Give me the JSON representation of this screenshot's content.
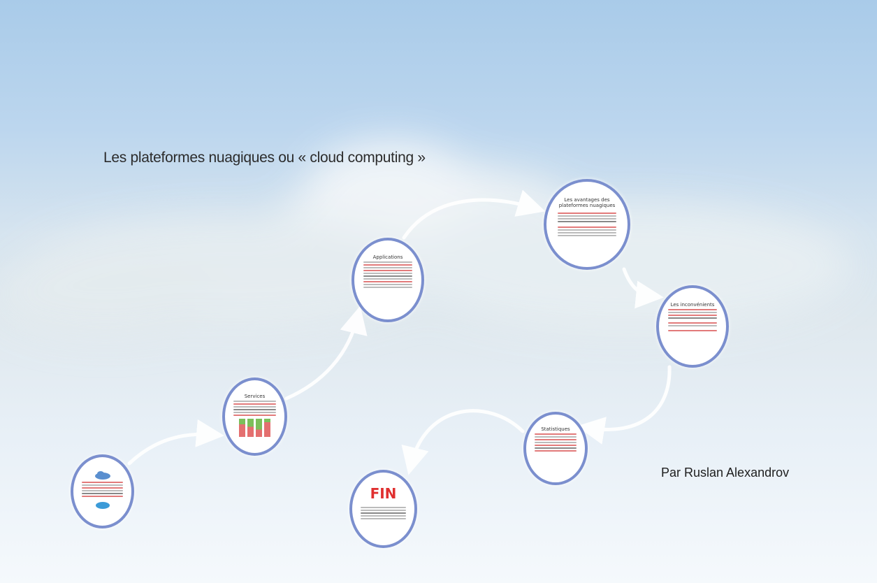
{
  "title": "Les plateformes nuagiques ou « cloud computing »",
  "author": "Par Ruslan Alexandrov",
  "accent_color": "#7b8fce",
  "frames": [
    {
      "name": "frame-intro",
      "label": ""
    },
    {
      "name": "frame-2",
      "label": "Services"
    },
    {
      "name": "frame-3",
      "label": "Applications"
    },
    {
      "name": "frame-4",
      "label": "Les avantages des plateformes nuagiques"
    },
    {
      "name": "frame-5",
      "label": "Les inconvénients"
    },
    {
      "name": "frame-6",
      "label": "Statistiques"
    },
    {
      "name": "frame-fin",
      "label": "FIN"
    }
  ]
}
